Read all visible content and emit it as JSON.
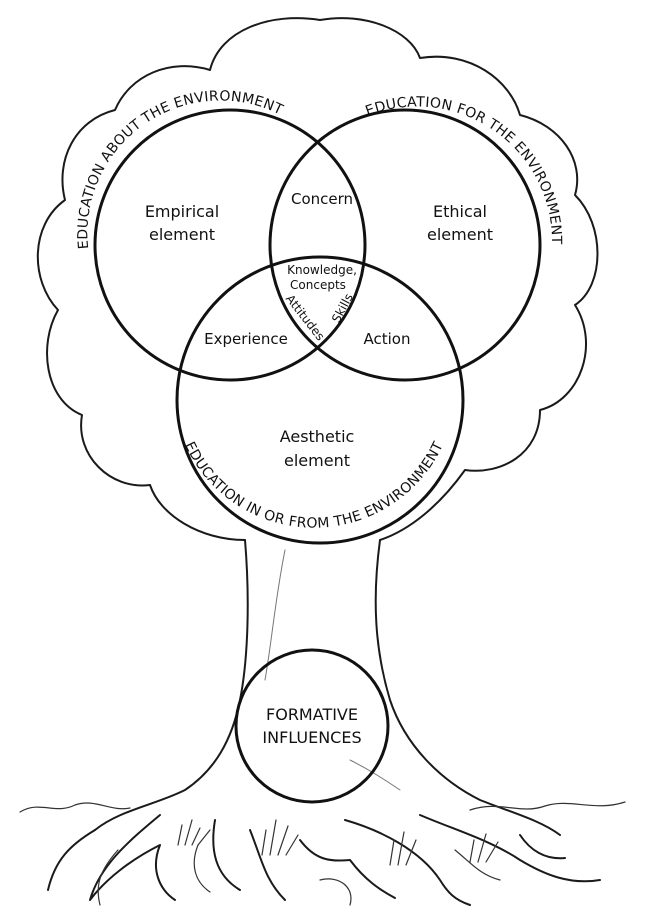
{
  "circles": {
    "about": {
      "arc_label": "EDUCATION ABOUT THE ENVIRONMENT",
      "element_line1": "Empirical",
      "element_line2": "element"
    },
    "for": {
      "arc_label": "EDUCATION FOR THE ENVIRONMENT",
      "element_line1": "Ethical",
      "element_line2": "element"
    },
    "in_from": {
      "arc_label": "EDUCATION IN OR FROM THE ENVIRONMENT",
      "element_line1": "Aesthetic",
      "element_line2": "element"
    }
  },
  "overlaps": {
    "about_for": "Concern",
    "about_in": "Experience",
    "for_in": "Action",
    "center": {
      "line1": "Knowledge,",
      "line2": "Concepts",
      "left": "Attitudes",
      "right": "Skills"
    }
  },
  "trunk": {
    "line1": "FORMATIVE",
    "line2": "INFLUENCES"
  }
}
